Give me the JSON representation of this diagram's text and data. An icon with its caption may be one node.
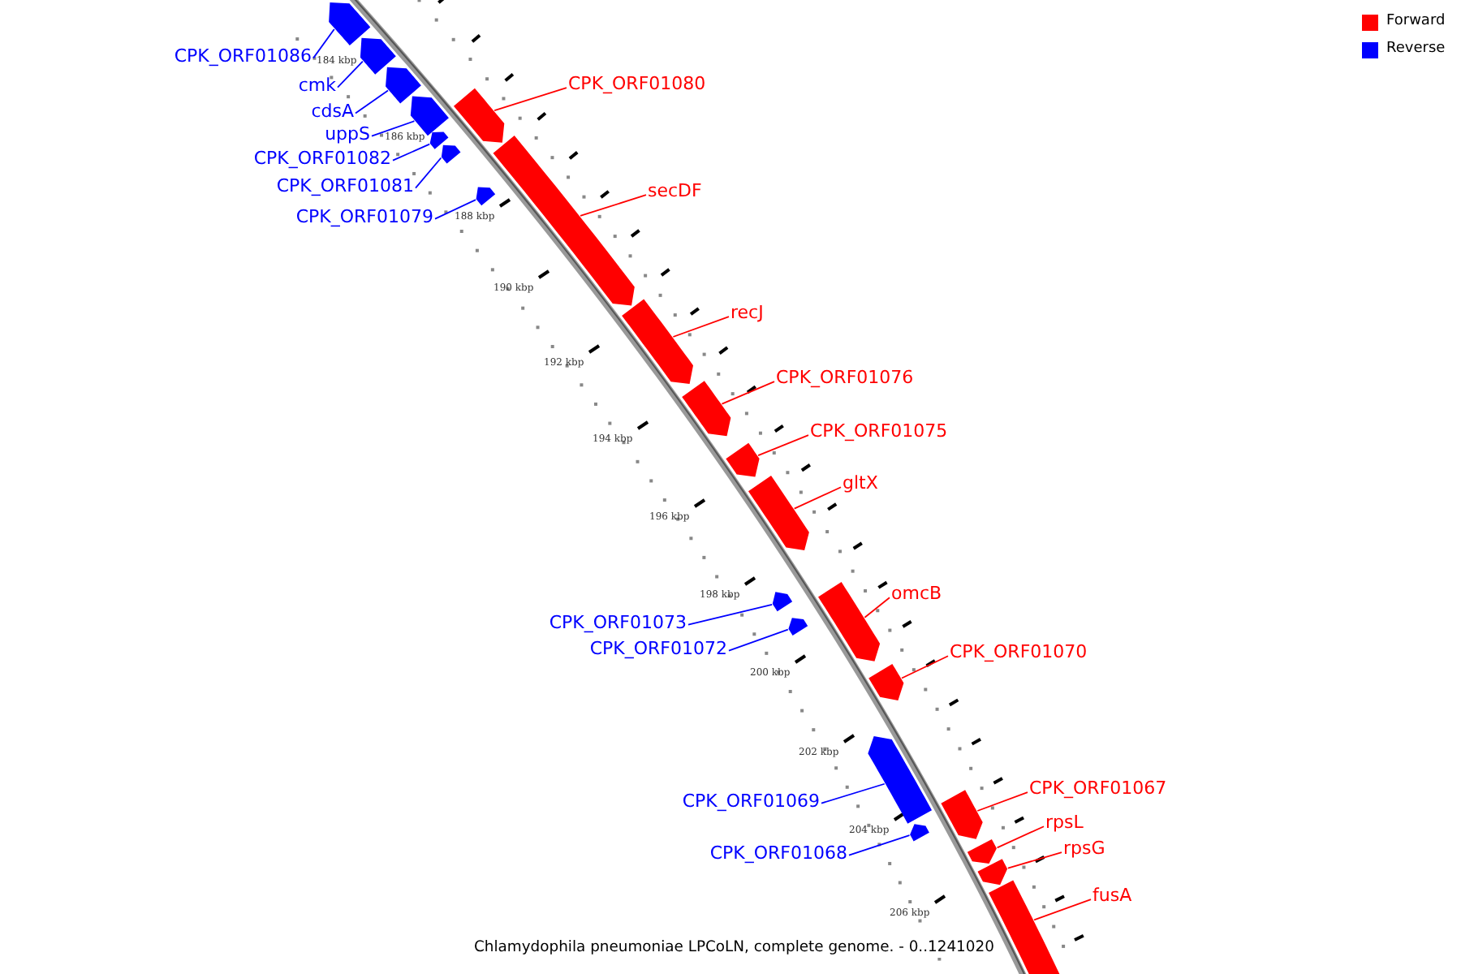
{
  "diagram": {
    "caption": "Chlamydophila pneumoniae LPCoLN, complete genome. - 0..1241020",
    "nodes": [
      {
        "text": [
          "CPK_ORF01086"
        ]
      },
      {
        "text": [],
        "shape": "arrow"
      },
      {
        "text": [
          "CPK_ORF01080"
        ]
      },
      {
        "text": [],
        "shape": "arrow"
      },
      {
        "text": [
          "cmk"
        ]
      },
      {
        "text": [],
        "shape": "arrow"
      },
      {
        "text": [
          "cdsA"
        ]
      },
      {
        "text": [],
        "shape": "arrow"
      },
      {
        "text": [
          "uppS"
        ]
      },
      {
        "text": [],
        "shape": "arrow"
      },
      {
        "text": [
          "CPK_ORF01082"
        ]
      },
      {
        "text": [],
        "shape": "arrow"
      },
      {
        "text": [
          "CPK_ORF01081"
        ]
      },
      {
        "text": [],
        "shape": "arrow"
      },
      {
        "text": [
          "secDF"
        ]
      },
      {
        "text": [],
        "shape": "arrow"
      },
      {
        "text": [
          "CPK_ORF01079"
        ]
      },
      {
        "text": [],
        "shape": "arrow"
      },
      {
        "text": [
          "recJ"
        ]
      },
      {
        "text": [],
        "shape": "arrow"
      },
      {
        "text": [
          "CPK_ORF01076"
        ]
      },
      {
        "text": [],
        "shape": "arrow"
      },
      {
        "text": [
          "CPK_ORF01075"
        ]
      },
      {
        "text": [],
        "shape": "arrow"
      },
      {
        "text": [
          "gltX"
        ]
      },
      {
        "text": [],
        "shape": "arrow"
      },
      {
        "text": [
          "omcB"
        ]
      },
      {
        "text": [],
        "shape": "arrow"
      },
      {
        "text": [
          "CPK_ORF01073"
        ]
      },
      {
        "text": [],
        "shape": "arrow"
      },
      {
        "text": [
          "CPK_ORF01072"
        ]
      },
      {
        "text": [],
        "shape": "arrow"
      },
      {
        "text": [
          "CPK_ORF01070"
        ]
      },
      {
        "text": [],
        "shape": "arrow"
      },
      {
        "text": [
          "CPK_ORF01067"
        ]
      },
      {
        "text": [],
        "shape": "arrow"
      },
      {
        "text": [
          "CPK_ORF01069"
        ]
      },
      {
        "text": [],
        "shape": "arrow"
      },
      {
        "text": [
          "rpsL"
        ]
      },
      {
        "text": [],
        "shape": "arrow"
      },
      {
        "text": [
          "rpsG"
        ]
      },
      {
        "text": [],
        "shape": "arrow"
      },
      {
        "text": [
          "CPK_ORF01068"
        ]
      },
      {
        "text": [],
        "shape": "arrow"
      },
      {
        "text": [
          "fusA"
        ]
      },
      {
        "text": [],
        "shape": "arrow"
      }
    ],
    "edges": [
      {
        "from": 0,
        "to": 1,
        "arrow": "none",
        "color": "#0000ff"
      },
      {
        "from": 2,
        "to": 3,
        "arrow": "none"
      },
      {
        "from": 4,
        "to": 5,
        "arrow": "none",
        "color": "#0000ff"
      },
      {
        "from": 6,
        "to": 7,
        "arrow": "none",
        "color": "#0000ff"
      },
      {
        "from": 8,
        "to": 9,
        "arrow": "none",
        "color": "#0000ff"
      },
      {
        "from": 10,
        "to": 11,
        "arrow": "none",
        "color": "#0000ff"
      },
      {
        "from": 12,
        "to": 13,
        "arrow": "none",
        "color": "#0000ff"
      },
      {
        "from": 14,
        "to": 15,
        "arrow": "none"
      },
      {
        "from": 16,
        "to": 17,
        "arrow": "none",
        "color": "#0000ff"
      },
      {
        "from": 18,
        "to": 19,
        "arrow": "none"
      },
      {
        "from": 20,
        "to": 21,
        "arrow": "none"
      },
      {
        "from": 22,
        "to": 23,
        "arrow": "none"
      },
      {
        "from": 24,
        "to": 25,
        "arrow": "none"
      },
      {
        "from": 26,
        "to": 27,
        "arrow": "none"
      },
      {
        "from": 28,
        "to": 29,
        "arrow": "none",
        "color": "#0000ff"
      },
      {
        "from": 30,
        "to": 31,
        "arrow": "none",
        "color": "#0000ff"
      },
      {
        "from": 32,
        "to": 33,
        "arrow": "none"
      },
      {
        "from": 34,
        "to": 35,
        "arrow": "none"
      },
      {
        "from": 36,
        "to": 37,
        "arrow": "none",
        "color": "#0000ff"
      },
      {
        "from": 38,
        "to": 39,
        "arrow": "none"
      },
      {
        "from": 40,
        "to": 41,
        "arrow": "none"
      },
      {
        "from": 42,
        "to": 43,
        "arrow": "none",
        "color": "#0000ff"
      },
      {
        "from": 44,
        "to": 45,
        "arrow": "none"
      }
    ],
    "labels": [
      "184 kbp",
      "186 kbp",
      "188 kbp",
      "190 kbp",
      "192 kbp",
      "194 kbp",
      "196 kbp",
      "198 kbp",
      "200 kbp",
      "202 kbp",
      "204 kbp",
      "206 kbp"
    ],
    "legend": [
      {
        "text": "Forward",
        "color": "#ff0000"
      },
      {
        "text": "Reverse",
        "color": "#0000ff"
      }
    ]
  }
}
